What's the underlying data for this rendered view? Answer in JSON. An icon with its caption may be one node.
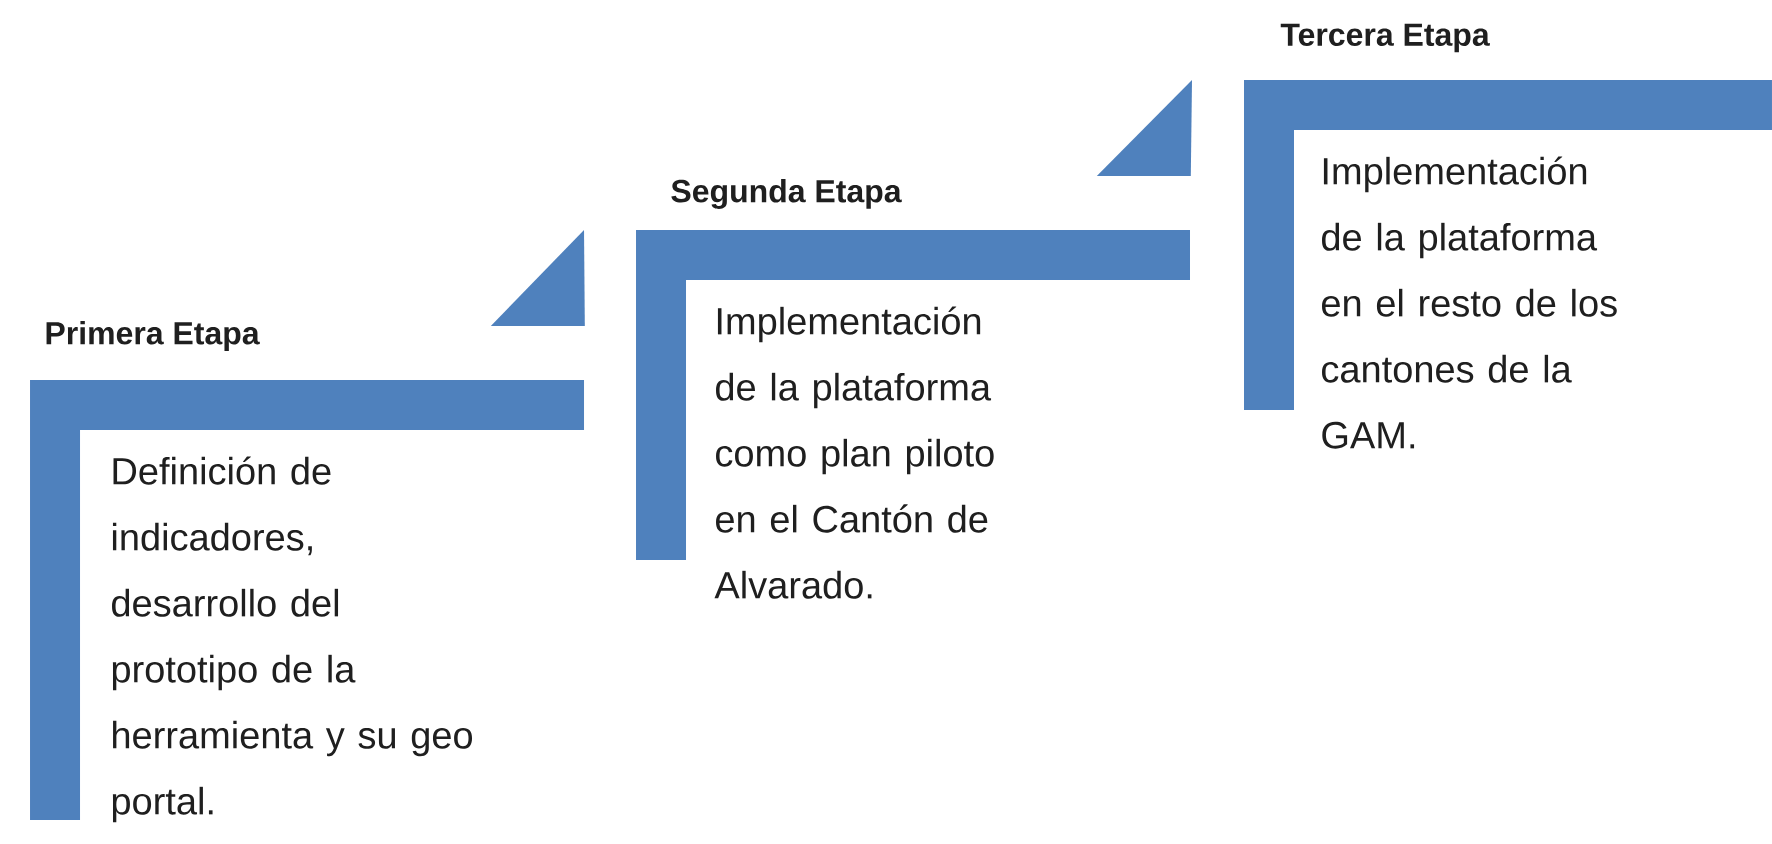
{
  "diagram": {
    "nodes": [
      {
        "text": [
          "Primera Etapa",
          "Definición de indicadores, desarrollo del prototipo de la herramienta y su geo portal."
        ]
      },
      {
        "text": [
          "Segunda Etapa",
          "Implementación de la plataforma como plan piloto en el Cantón de Alvarado."
        ]
      },
      {
        "text": [
          "Tercera Etapa",
          "Implementación de la plataforma en el resto de los cantones de la GAM."
        ]
      }
    ]
  }
}
